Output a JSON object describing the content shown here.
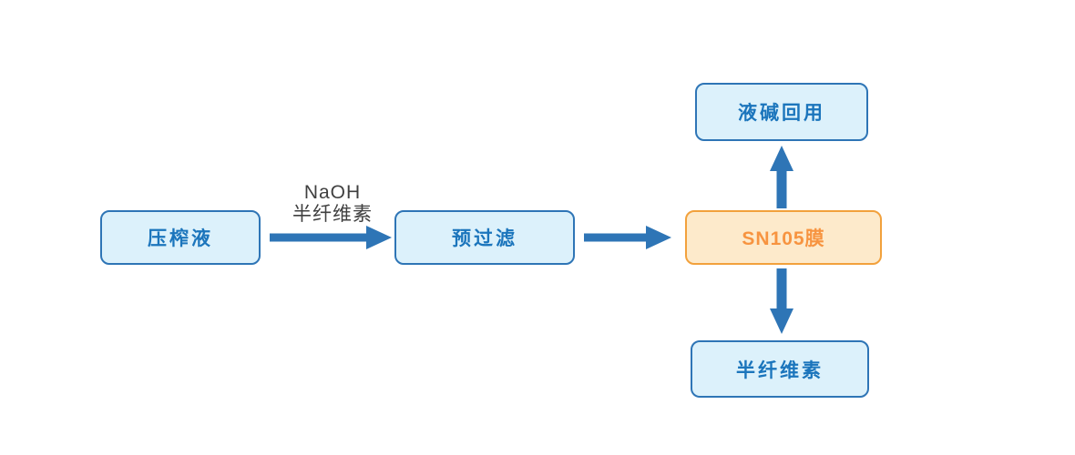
{
  "diagram": {
    "type": "flowchart",
    "nodes": {
      "press_liquid": {
        "label": "压榨液",
        "style": "blue"
      },
      "prefilter": {
        "label": "预过滤",
        "style": "blue"
      },
      "sn105_membrane": {
        "label": "SN105膜",
        "style": "orange"
      },
      "caustic_recycle": {
        "label": "液碱回用",
        "style": "blue"
      },
      "hemicellulose": {
        "label": "半纤维素",
        "style": "blue"
      }
    },
    "edge_label": {
      "line1": "NaOH",
      "line2": "半纤维素"
    },
    "edges": [
      {
        "from": "press_liquid",
        "to": "prefilter",
        "direction": "right"
      },
      {
        "from": "prefilter",
        "to": "sn105_membrane",
        "direction": "right"
      },
      {
        "from": "sn105_membrane",
        "to": "caustic_recycle",
        "direction": "up"
      },
      {
        "from": "sn105_membrane",
        "to": "hemicellulose",
        "direction": "down"
      }
    ]
  },
  "colors": {
    "blue-border": "#2E75B6",
    "blue-fill": "#DCF1FB",
    "blue-text": "#1B75BC",
    "arrow": "#2E75B6",
    "orange-border": "#F2A13C",
    "orange-fill": "#FDEACB",
    "orange-text": "#F79440",
    "label-text": "#404040",
    "background": "#FFFFFF"
  }
}
